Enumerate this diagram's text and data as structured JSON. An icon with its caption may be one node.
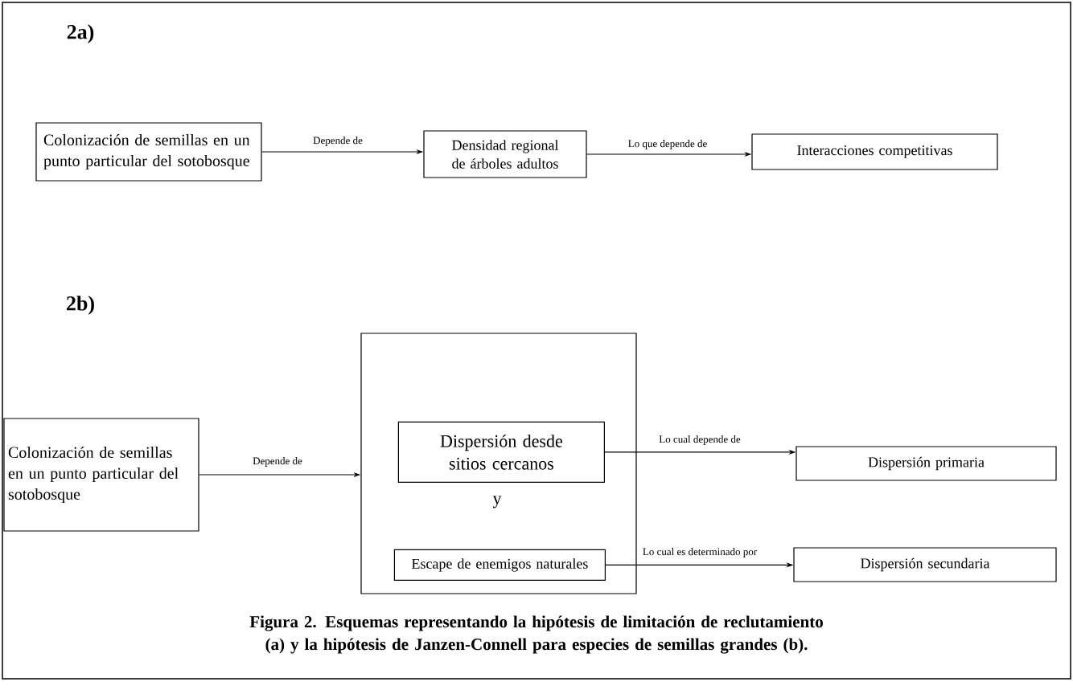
{
  "diagram": {
    "caption": "Figura 2. Esquemas representando la hipótesis de limitación de reclutamiento (a) y la hipótesis de Janzen-Connell para especies de semillas grandes (b).",
    "nodes": [
      {
        "text": [
          "Colonización de semillas en un punto particular del sotobosque"
        ]
      },
      {
        "text": [
          "Densidad regional de árboles adultos"
        ]
      },
      {
        "text": [
          "Interacciones competitivas"
        ]
      },
      {
        "text": [
          "Colonización de semillas en un punto particular del sotobosque"
        ]
      },
      {
        "text": [],
        "shape": "box"
      },
      {
        "text": [
          "Dispersión desde sitios cercanos"
        ],
        "in": 4
      },
      {
        "text": [
          "Escape de enemigos naturales"
        ],
        "in": 4
      },
      {
        "text": [
          "Dispersión primaria"
        ]
      },
      {
        "text": [
          "Dispersión secundaria"
        ]
      }
    ],
    "edges": [
      {
        "from": 0,
        "to": 1,
        "arrow": "to",
        "label": "Depende de"
      },
      {
        "from": 1,
        "to": 2,
        "arrow": "to",
        "label": "Lo que depende de"
      },
      {
        "from": 3,
        "to": 4,
        "arrow": "to",
        "label": "Depende de"
      },
      {
        "from": 5,
        "to": 7,
        "arrow": "to",
        "label": "Lo cual depende de"
      },
      {
        "from": 6,
        "to": 8,
        "arrow": "to",
        "label": "Lo cual es determinado por"
      }
    ],
    "labels": [
      "2a)",
      "2b)",
      "y"
    ]
  }
}
